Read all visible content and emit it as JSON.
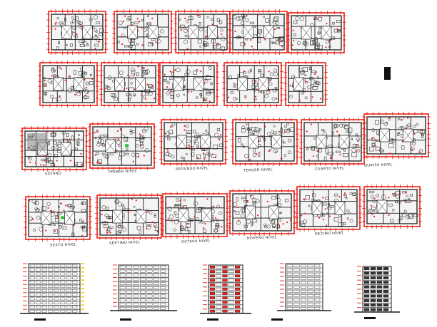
{
  "floor_labels": {
    "basement": "SOTANO",
    "level_1": "PRIMER NIVEL",
    "level_2": "SEGUNDO NIVEL",
    "level_3": "TERCER NIVEL",
    "level_4": "CUARTO NIVEL",
    "level_5": "QUINTO NIVEL",
    "level_6": "SEXTO NIVEL",
    "level_7": "SEPTIMO NIVEL",
    "level_8": "OCTAVO NIVEL",
    "level_9": "NOVENO NIVEL",
    "level_10": "DECIMO NIVEL"
  },
  "colors": {
    "dimension_red": "#e8231a",
    "linework": "#1a1a1a",
    "accent_yellow": "#f2d21b",
    "accent_green": "#29c23a",
    "accent_gray": "#8a8a8a",
    "background": "#ffffff"
  }
}
